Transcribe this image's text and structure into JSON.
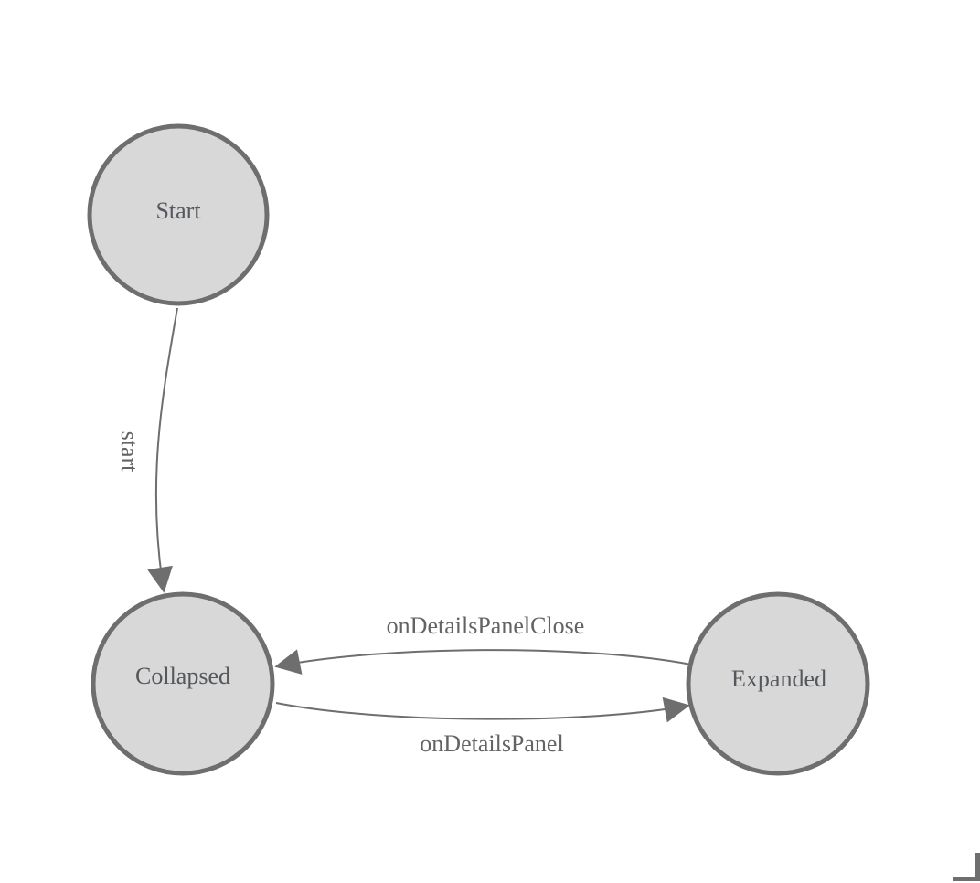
{
  "diagram": {
    "type": "state-machine",
    "nodes": [
      {
        "id": "start",
        "label": "Start"
      },
      {
        "id": "collapsed",
        "label": "Collapsed"
      },
      {
        "id": "expanded",
        "label": "Expanded"
      }
    ],
    "edges": [
      {
        "from": "Start",
        "to": "Collapsed",
        "label": "start"
      },
      {
        "from": "Collapsed",
        "to": "Expanded",
        "label": "onDetailsPanel"
      },
      {
        "from": "Expanded",
        "to": "Collapsed",
        "label": "onDetailsPanelClose"
      }
    ]
  },
  "colors": {
    "canvas_bg": "#ffffff",
    "node_fill": "#d8d8d8",
    "node_border": "#6e6e6e",
    "edge_line": "#6e6e6e",
    "arrowhead": "#6e6e6e",
    "node_text": "#54575c",
    "edge_text": "#636363",
    "corner_mark": "#6e6e6e"
  },
  "icons": {
    "arrowhead": "solid-triangle-arrow",
    "corner": "bottom-right-corner-bracket"
  }
}
